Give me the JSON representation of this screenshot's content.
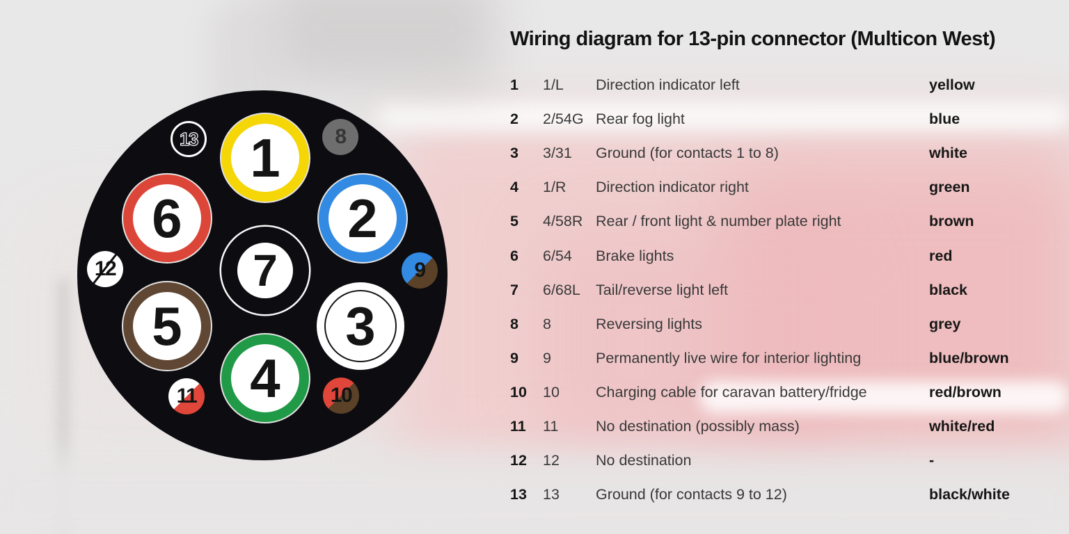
{
  "title": "Wiring diagram for 13-pin connector (Multicon West)",
  "connector": {
    "body_color": "#0d0c10",
    "pins": [
      {
        "number": "1",
        "style": "large-ring",
        "color_name": "yellow",
        "ring": "#f5d607"
      },
      {
        "number": "2",
        "style": "large-ring",
        "color_name": "blue",
        "ring": "#338ae3"
      },
      {
        "number": "3",
        "style": "large-inner-ring",
        "color_name": "white",
        "ring": "#141414"
      },
      {
        "number": "4",
        "style": "large-ring",
        "color_name": "green",
        "ring": "#219a47"
      },
      {
        "number": "5",
        "style": "large-ring",
        "color_name": "brown",
        "ring": "#604733"
      },
      {
        "number": "6",
        "style": "large-ring",
        "color_name": "red",
        "ring": "#dc4639"
      },
      {
        "number": "7",
        "style": "large-ring",
        "color_name": "black",
        "ring": "#0d0c10"
      },
      {
        "number": "8",
        "style": "small-solid",
        "color_name": "grey",
        "fill": "#6e6e6e",
        "num_color": "#353535"
      },
      {
        "number": "9",
        "style": "small-split",
        "color_name": "blue/brown",
        "fill": "#338ae3",
        "fill2": "#5a4127"
      },
      {
        "number": "10",
        "style": "small-split",
        "color_name": "red/brown",
        "fill": "#e0463a",
        "fill2": "#5a4127"
      },
      {
        "number": "11",
        "style": "small-split",
        "color_name": "white/red",
        "fill": "#ffffff",
        "fill2": "#e0463a"
      },
      {
        "number": "12",
        "style": "small-solid-slash",
        "color_name": "white",
        "fill": "#ffffff",
        "num_color": "#141414"
      },
      {
        "number": "13",
        "style": "small-outlined",
        "color_name": "black/white",
        "fill": "#0d0c10",
        "num_color": "#0d0c10"
      }
    ]
  },
  "table": {
    "rows": [
      {
        "pin": "1",
        "code": "1/L",
        "description": "Direction indicator left",
        "wire_color": "yellow"
      },
      {
        "pin": "2",
        "code": "2/54G",
        "description": "Rear fog light",
        "wire_color": "blue"
      },
      {
        "pin": "3",
        "code": "3/31",
        "description": "Ground (for contacts 1 to 8)",
        "wire_color": "white"
      },
      {
        "pin": "4",
        "code": "1/R",
        "description": "Direction indicator right",
        "wire_color": "green"
      },
      {
        "pin": "5",
        "code": "4/58R",
        "description": "Rear / front light & number plate right",
        "wire_color": "brown"
      },
      {
        "pin": "6",
        "code": "6/54",
        "description": "Brake lights",
        "wire_color": "red"
      },
      {
        "pin": "7",
        "code": "6/68L",
        "description": "Tail/reverse light left",
        "wire_color": "black"
      },
      {
        "pin": "8",
        "code": "8",
        "description": "Reversing lights",
        "wire_color": "grey"
      },
      {
        "pin": "9",
        "code": "9",
        "description": "Permanently live wire for interior lighting",
        "wire_color": "blue/brown"
      },
      {
        "pin": "10",
        "code": "10",
        "description": "Charging cable for caravan battery/fridge",
        "wire_color": "red/brown"
      },
      {
        "pin": "11",
        "code": "11",
        "description": "No destination (possibly mass)",
        "wire_color": "white/red"
      },
      {
        "pin": "12",
        "code": "12",
        "description": "No destination",
        "wire_color": "-"
      },
      {
        "pin": "13",
        "code": "13",
        "description": "Ground (for contacts 9 to 12)",
        "wire_color": "black/white"
      }
    ]
  }
}
